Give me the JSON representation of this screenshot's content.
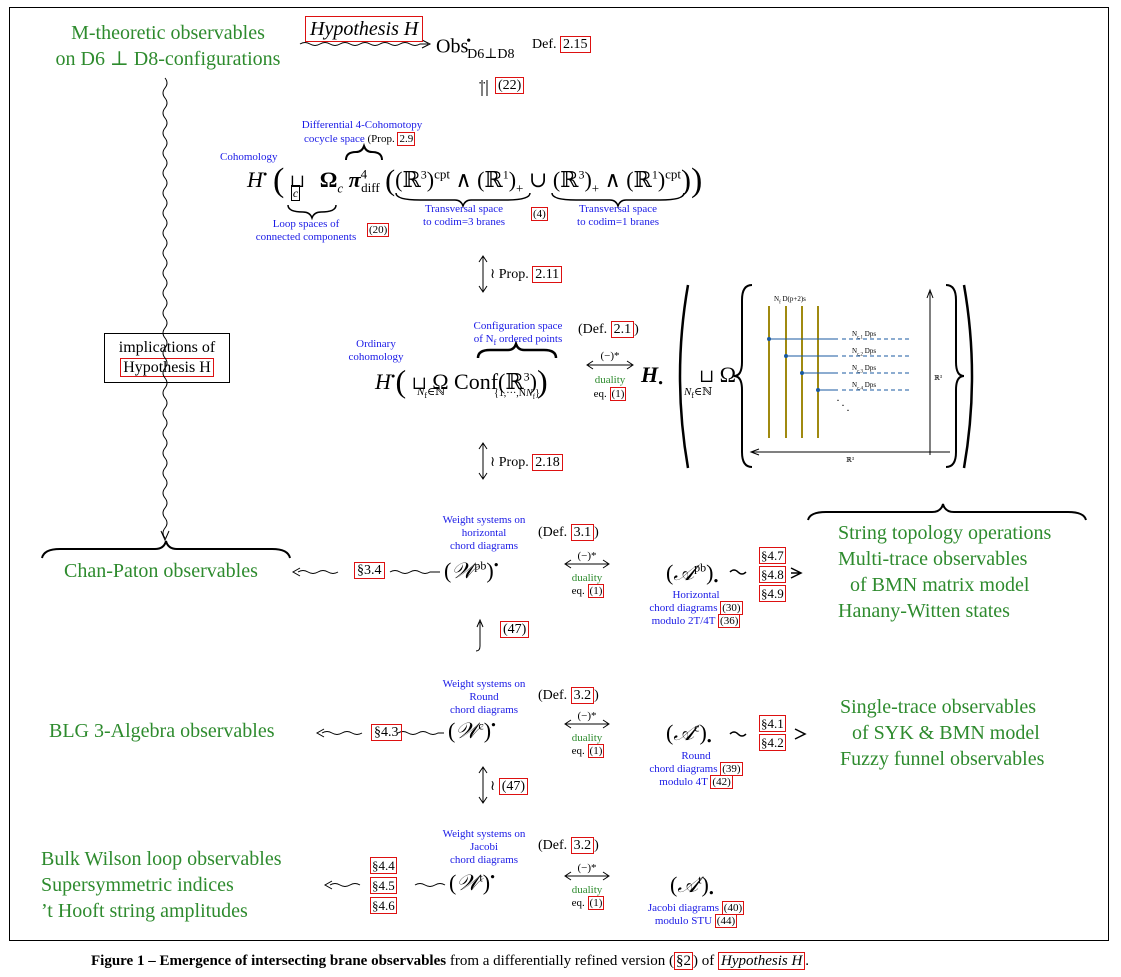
{
  "left_labels": {
    "m_theoretic_1": "M-theoretic observables",
    "m_theoretic_2": "on D6 ⊥ D8-configurations",
    "chan_paton": "Chan-Paton observables",
    "blg": "BLG 3-Algebra observables",
    "bulk_1": "Bulk Wilson loop observables",
    "bulk_2": "Supersymmetric indices",
    "bulk_3": "’t Hooft string amplitudes"
  },
  "implications_box": {
    "line1": "implications of",
    "line2": "Hypothesis H"
  },
  "top": {
    "hypothesis": "Hypothesis H",
    "obs": "Obs",
    "obs_sup": "•",
    "obs_sub": "D6⊥D8",
    "def": "Def.",
    "def_ref": "2.15",
    "iso_ref": "(22)"
  },
  "row1": {
    "cohomology_label": "Cohomology",
    "diff_label_1": "Differential 4-Cohomotopy",
    "diff_label_2": "cocycle space",
    "prop_label": "(Prop.",
    "prop_ref": "2.9",
    "loop_label_1": "Loop spaces of",
    "loop_label_2": "connected components",
    "loop_ref": "(20)",
    "transversal_3_1": "Transversal space",
    "transversal_3_2": "to codim=3 branes",
    "transversal_1_1": "Transversal space",
    "transversal_1_2": "to codim=1 branes",
    "ref_4": "(4)"
  },
  "arrows": {
    "prop_2_11": "Prop.",
    "prop_2_11_ref": "2.11",
    "prop_2_18": "Prop.",
    "prop_2_18_ref": "2.18",
    "ref_47a": "(47)",
    "ref_47b": "(47)"
  },
  "row2": {
    "ordinary_1": "Ordinary",
    "ordinary_2": "cohomology",
    "config_1": "Configuration space",
    "config_2": "of N",
    "config_3": "ordered points",
    "def": "(Def.",
    "def_ref": "2.1",
    "dual_top": "(−)*",
    "duality": "duality",
    "eq": "eq.",
    "eq_ref": "(1)",
    "conf_sub": "{1,···,N",
    "picture_top": "N",
    "picture_branes": "D(p+2)s",
    "picture_rows": [
      "N",
      "N",
      "N",
      "N"
    ],
    "picture_row_suffix": "Dps",
    "picture_r3_right": "ℝ³",
    "picture_r3_bottom": "ℝ³"
  },
  "row3": {
    "weight_1": "Weight systems on",
    "weight_2": "horizontal",
    "weight_3": "chord diagrams",
    "def": "(Def.",
    "def_ref": "3.1",
    "sec": "§3.4",
    "dual_top": "(−)*",
    "duality": "duality",
    "eq": "eq.",
    "eq_ref": "(1)",
    "a_sup": "pb",
    "chord_1": "Horizontal",
    "chord_2": "chord diagrams",
    "chord_2_ref": "(30)",
    "chord_3": "modulo 2T/4T",
    "chord_3_ref": "(36)",
    "secs": [
      "§4.7",
      "§4.8",
      "§4.9"
    ],
    "right_1": "String topology operations",
    "right_2": "Multi-trace observables",
    "right_3": "of BMN matrix model",
    "right_4": "Hanany-Witten states"
  },
  "row4": {
    "weight_1": "Weight systems on",
    "weight_2": "Round",
    "weight_3": "chord diagrams",
    "def": "(Def.",
    "def_ref": "3.2",
    "sec": "§4.3",
    "dual_top": "(−)*",
    "duality": "duality",
    "eq": "eq.",
    "eq_ref": "(1)",
    "a_sup": "c",
    "chord_1": "Round",
    "chord_2": "chord diagrams",
    "chord_2_ref": "(39)",
    "chord_3": "modulo 4T",
    "chord_3_ref": "(42)",
    "secs": [
      "§4.1",
      "§4.2"
    ],
    "right_1": "Single-trace observables",
    "right_2": "of SYK & BMN model",
    "right_3": "Fuzzy funnel observables"
  },
  "row5": {
    "weight_1": "Weight systems on",
    "weight_2": "Jacobi",
    "weight_3": "chord diagrams",
    "def": "(Def.",
    "def_ref": "3.2",
    "secs": [
      "§4.4",
      "§4.5",
      "§4.6"
    ],
    "dual_top": "(−)*",
    "duality": "duality",
    "eq": "eq.",
    "eq_ref": "(1)",
    "a_sup": "t",
    "chord_1": "Jacobi diagrams",
    "chord_1_ref": "(40)",
    "chord_2": "modulo STU",
    "chord_2_ref": "(44)"
  },
  "caption": {
    "bold": "Figure 1 – Emergence of intersecting brane observables",
    "rest": " from a differentially refined version (",
    "sec_ref": "§2",
    "rest2": ") of ",
    "hyp": "Hypothesis H",
    "end": "."
  },
  "colors": {
    "green": "#2e8b2e",
    "blue": "#1a1ae6",
    "ref_border": "#dd1111",
    "olive": "#a08a10"
  }
}
